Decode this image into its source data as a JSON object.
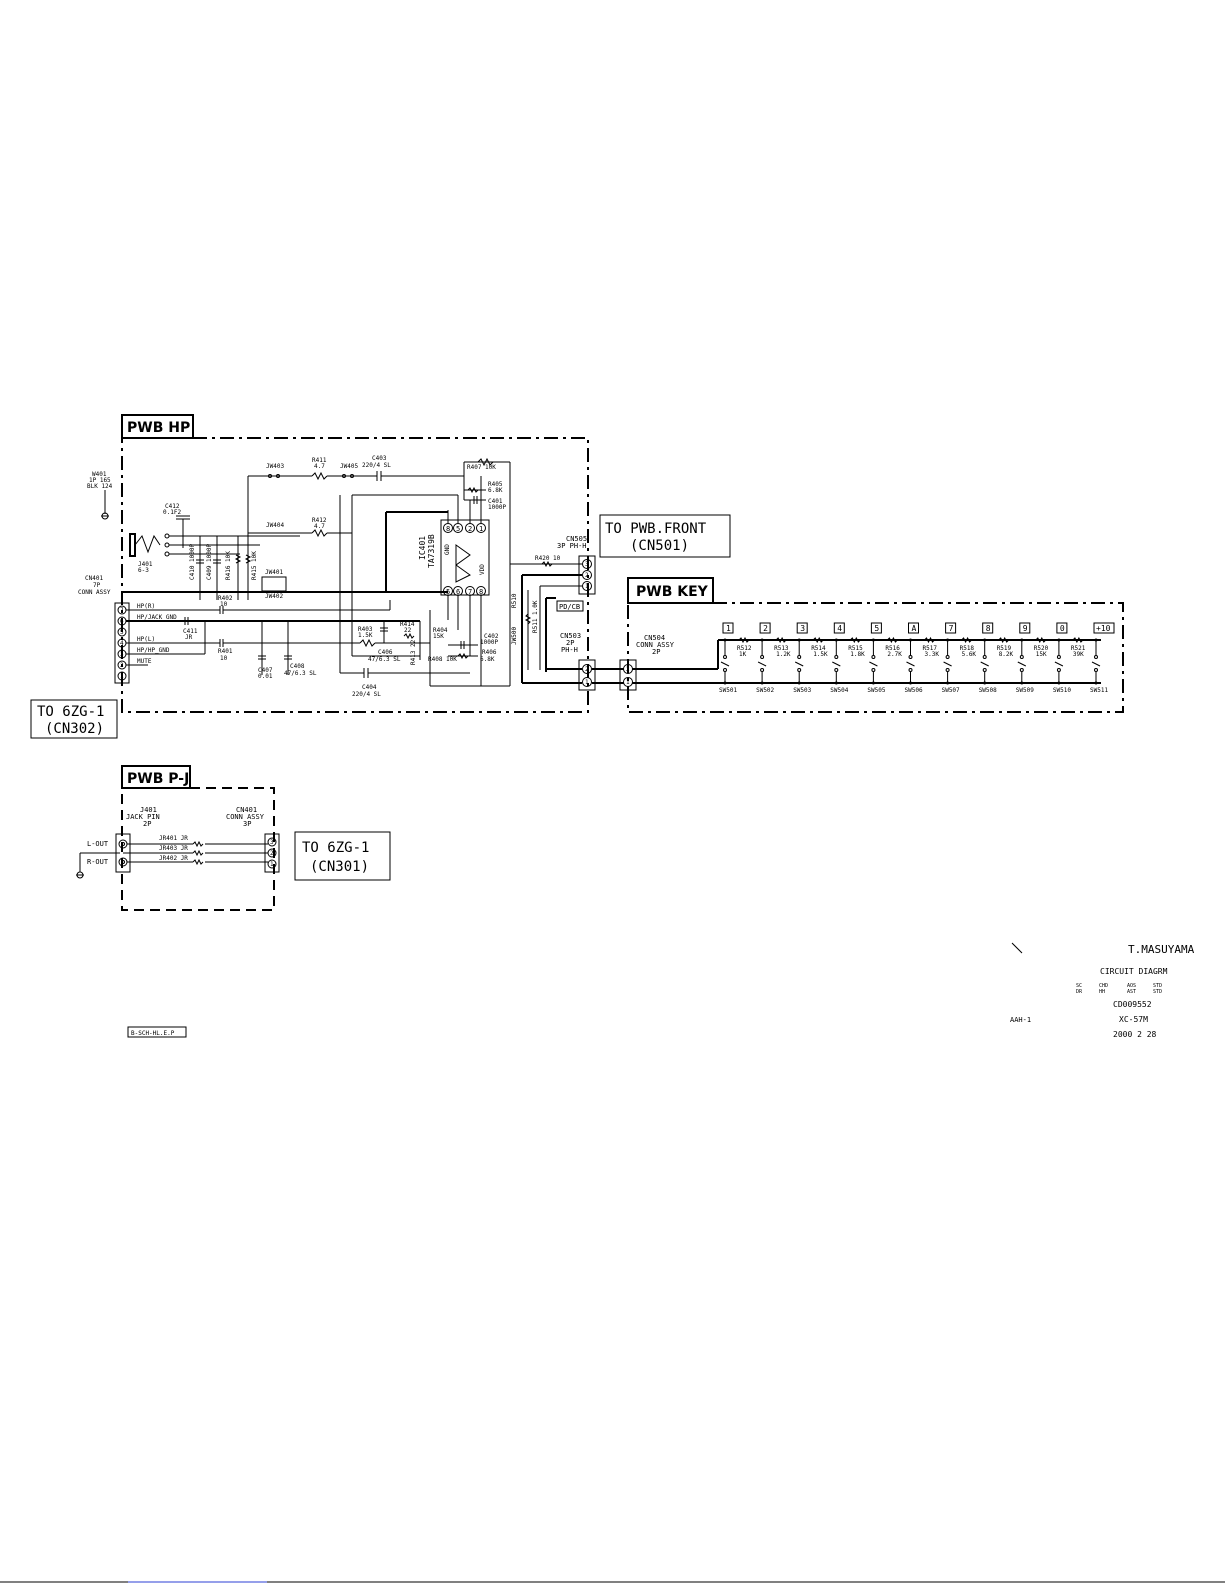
{
  "boards": {
    "hp": "PWB HP",
    "key": "PWB KEY",
    "pj": "PWB P-J"
  },
  "callouts": {
    "front_line1": "TO PWB.FRONT",
    "front_line2": "(CN501)",
    "zg302_line1": "TO 6ZG-1",
    "zg302_line2": "(CN302)",
    "zg301_line1": "TO 6ZG-1",
    "zg301_line2": "(CN301)"
  },
  "hp_labels": {
    "w401a": "W401",
    "w401b": "1P 165",
    "w401c": "BLK 124",
    "c412a": "C412",
    "c412b": "0.1F2",
    "j401a": "J401",
    "j401b": "6-3",
    "cn401a": "CN401",
    "cn401b": "7P",
    "cn401c": "CONN ASSY",
    "jw403": "JW403",
    "r411a": "R411",
    "r411b": "4.7",
    "jw405": "JW405",
    "c403a": "C403",
    "c403b": "220/4 SL",
    "r407": "R407 10K",
    "r405a": "R405",
    "r405b": "6.8K",
    "c401a": "C401",
    "c401b": "1000P",
    "jw404": "JW404",
    "r412a": "R412",
    "r412b": "4.7",
    "ic401a": "IC401",
    "ic401b": "TA7319B",
    "cn505a": "CN505",
    "cn505b": "3P PH-H",
    "r420": "R420 10",
    "jw401": "JW401",
    "jw402": "JW402",
    "sig_hpr": "HP(R)",
    "sig_hpjack": "HP/JACK_GND",
    "sig_hpl": "HP(L)",
    "sig_hpgnd": "HP/HP_GND",
    "sig_mute": "MUTE",
    "r402a": "R402",
    "r402b": "10",
    "c411a": "C411",
    "c411b": "JR",
    "r401a": "R401",
    "r401b": "10",
    "r403a": "R403",
    "r403b": "1.5K",
    "r414a": "R414",
    "r414b": "22",
    "r404a": "R404",
    "r404b": "15K",
    "c402a": "C402",
    "c402b": "1000P",
    "r406a": "R406",
    "r406b": "6.8K",
    "r408": "R408 10K",
    "c406a": "C406",
    "c406b": "47/6.3 SL",
    "c408a": "C408",
    "c408b": "47/6.3 SL",
    "c407a": "C407",
    "c407b": "0.01",
    "c404a": "C404",
    "c404b": "220/4 SL",
    "c410": "C410 1000P",
    "c409": "C409 1000P",
    "r416": "R416 10K",
    "r415": "R415 10K",
    "r413": "R413 22",
    "pdcb": "PD/CB",
    "cn503a": "CN503",
    "cn503b": "2P",
    "cn503c": "PH-H",
    "r510": "R510",
    "jw500": "JW500",
    "r511": "R511 1.0K"
  },
  "key_labels": {
    "cn504a": "CN504",
    "cn504b": "CONN ASSY",
    "cn504c": "2P",
    "keys": [
      "1",
      "2",
      "3",
      "4",
      "5",
      "A",
      "7",
      "8",
      "9",
      "0",
      "+10"
    ],
    "resistors": [
      {
        "ref": "R512",
        "val": "1K"
      },
      {
        "ref": "R513",
        "val": "1.2K"
      },
      {
        "ref": "R514",
        "val": "1.5K"
      },
      {
        "ref": "R515",
        "val": "1.8K"
      },
      {
        "ref": "R516",
        "val": "2.7K"
      },
      {
        "ref": "R517",
        "val": "3.3K"
      },
      {
        "ref": "R518",
        "val": "5.6K"
      },
      {
        "ref": "R519",
        "val": "8.2K"
      },
      {
        "ref": "R520",
        "val": "15K"
      },
      {
        "ref": "R521",
        "val": "39K"
      }
    ],
    "switches": [
      "SW501",
      "SW502",
      "SW503",
      "SW504",
      "SW505",
      "SW506",
      "SW507",
      "SW508",
      "SW509",
      "SW510",
      "SW511"
    ]
  },
  "pj_labels": {
    "j401a": "J401",
    "j401b": "JACK PIN",
    "j401c": "2P",
    "cn401a": "CN401",
    "cn401b": "CONN ASSY",
    "cn401c": "3P",
    "lout": "L-OUT",
    "rout": "R-OUT",
    "jr401": "JR401 JR",
    "jr403": "JR403 JR",
    "jr402": "JR402 JR"
  },
  "title_block": {
    "name": "T.MASUYAMA",
    "title": "CIRCUIT DIAGRM",
    "number": "CD009552",
    "model_code": "AAH-1",
    "model": "XC-57M",
    "date": "2000  2  28",
    "filename": "B-SCH-HL.E.P",
    "hdr_a1": "SC",
    "hdr_a2": "DR",
    "hdr_b1": "CHD",
    "hdr_b2": "HH",
    "hdr_c1": "AOS",
    "hdr_c2": "AST",
    "hdr_d1": "STD",
    "hdr_d2": "STD"
  }
}
